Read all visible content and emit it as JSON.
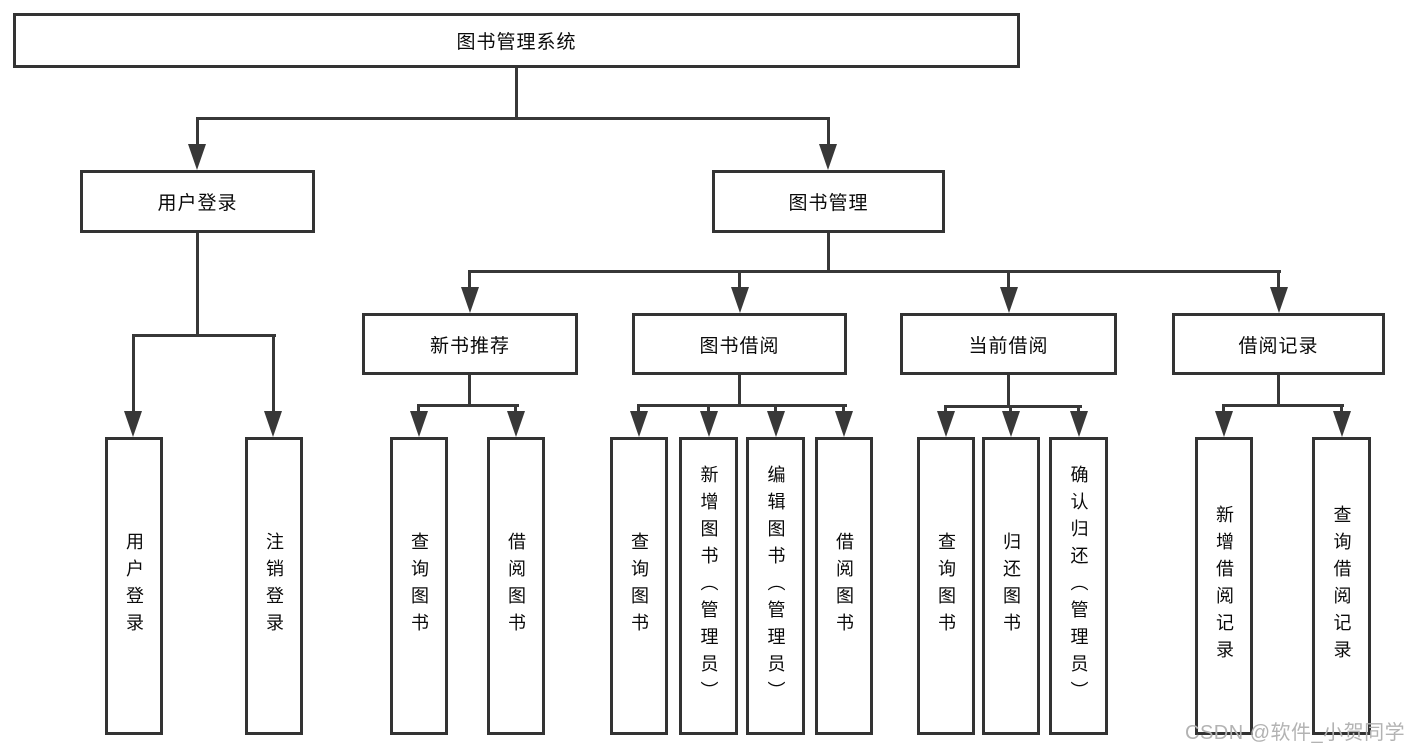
{
  "tree": {
    "label": "图书管理系统",
    "children": [
      {
        "label": "用户登录",
        "children": [
          {
            "label": "用户登录"
          },
          {
            "label": "注销登录"
          }
        ]
      },
      {
        "label": "图书管理",
        "children": [
          {
            "label": "新书推荐",
            "children": [
              {
                "label": "查询图书"
              },
              {
                "label": "借阅图书"
              }
            ]
          },
          {
            "label": "图书借阅",
            "children": [
              {
                "label": "查询图书"
              },
              {
                "label": "新增图书（管理员）"
              },
              {
                "label": "编辑图书（管理员）"
              },
              {
                "label": "借阅图书"
              }
            ]
          },
          {
            "label": "当前借阅",
            "children": [
              {
                "label": "查询图书"
              },
              {
                "label": "归还图书"
              },
              {
                "label": "确认归还（管理员）"
              }
            ]
          },
          {
            "label": "借阅记录",
            "children": [
              {
                "label": "新增借阅记录"
              },
              {
                "label": "查询借阅记录"
              }
            ]
          }
        ]
      }
    ]
  },
  "watermark": "CSDN @软件_小贺同学",
  "colors": {
    "line": "#383838",
    "box_border": "#333333",
    "text": "#0a0a0a",
    "watermark": "#b3b3b3",
    "background": "#ffffff"
  }
}
